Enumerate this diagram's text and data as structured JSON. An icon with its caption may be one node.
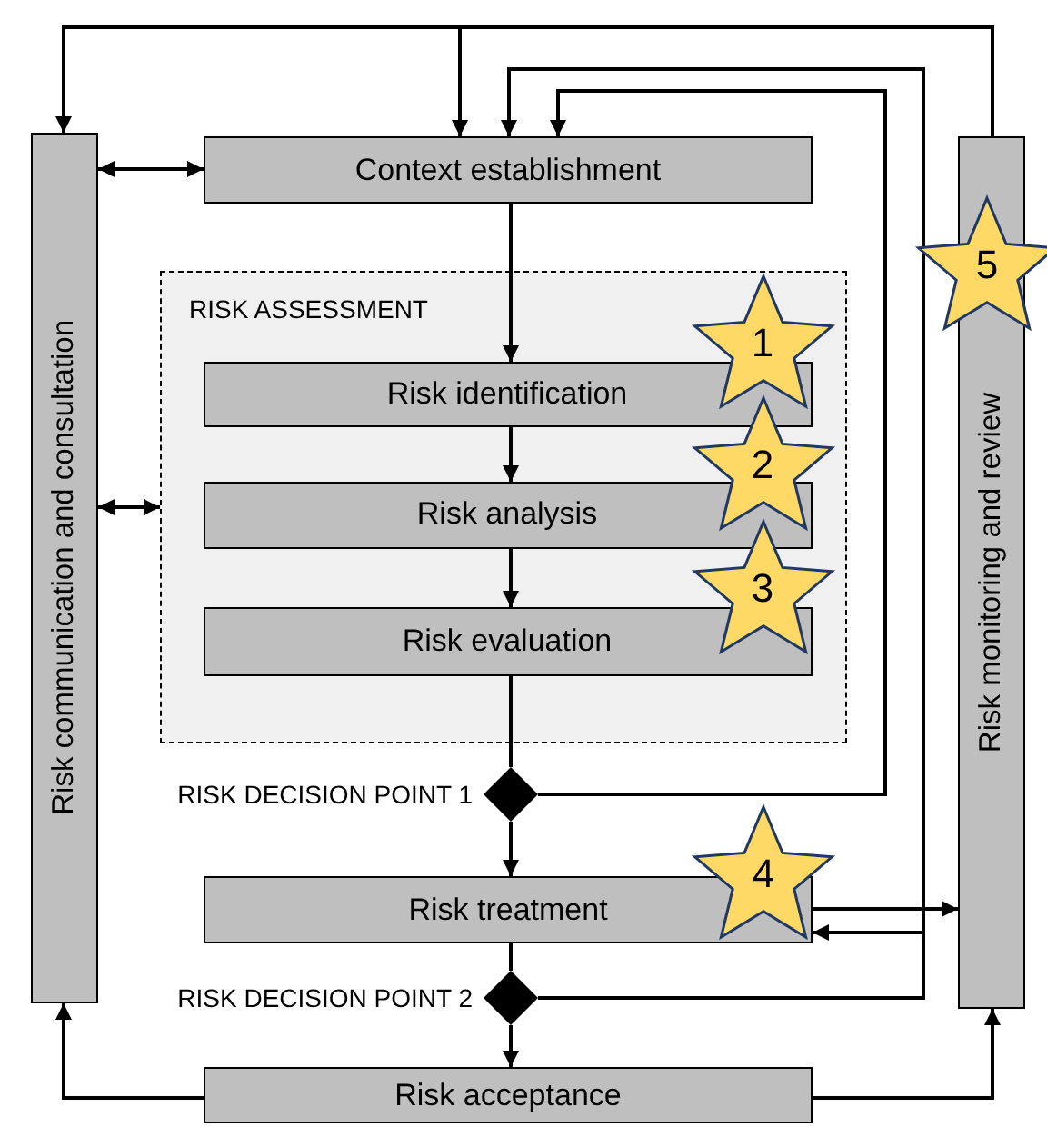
{
  "diagram": {
    "nodes": [
      {
        "text": [
          "Risk communication and consultation"
        ]
      },
      {
        "text": [
          "Context establishment"
        ]
      },
      {
        "text": [
          "RISK ASSESSMENT"
        ]
      },
      {
        "text": [
          "Risk identification"
        ],
        "in": 2
      },
      {
        "text": [
          "Risk analysis"
        ],
        "in": 2
      },
      {
        "text": [
          "Risk evaluation"
        ],
        "in": 2
      },
      {
        "text": [],
        "shape": "diamond",
        "beside": [
          "RISK DECISION POINT 1"
        ]
      },
      {
        "text": [
          "Risk treatment"
        ]
      },
      {
        "text": [],
        "shape": "diamond",
        "beside": [
          "RISK DECISION POINT 2"
        ]
      },
      {
        "text": [
          "Risk acceptance"
        ]
      },
      {
        "text": [
          "Risk monitoring and review"
        ]
      },
      {
        "text": [
          "1"
        ],
        "in": 2
      },
      {
        "text": [
          "2"
        ],
        "in": 2
      },
      {
        "text": [
          "3"
        ],
        "in": 2
      },
      {
        "text": [
          "4"
        ]
      },
      {
        "text": [
          "5"
        ]
      }
    ],
    "edges": [
      {
        "from": 10,
        "to": 0,
        "arrow": "to"
      },
      {
        "from": 10,
        "to": 1,
        "arrow": "to"
      },
      {
        "from": 0,
        "to": 1,
        "arrow": "both"
      },
      {
        "from": 0,
        "to": 2,
        "arrow": "both"
      },
      {
        "from": 1,
        "to": 3,
        "arrow": "to"
      },
      {
        "from": 3,
        "to": 4,
        "arrow": "to"
      },
      {
        "from": 4,
        "to": 5,
        "arrow": "to"
      },
      {
        "from": 5,
        "to": 6,
        "arrow": "none"
      },
      {
        "from": 6,
        "to": 7,
        "arrow": "to"
      },
      {
        "from": 6,
        "to": 1,
        "arrow": "to"
      },
      {
        "from": 7,
        "to": 8,
        "arrow": "none"
      },
      {
        "from": 8,
        "to": 9,
        "arrow": "to"
      },
      {
        "from": 8,
        "to": 1,
        "arrow": "to"
      },
      {
        "from": 8,
        "to": 7,
        "arrow": "to"
      },
      {
        "from": 7,
        "to": 10,
        "arrow": "to"
      },
      {
        "from": 9,
        "to": 0,
        "arrow": "to"
      },
      {
        "from": 9,
        "to": 10,
        "arrow": "to"
      }
    ]
  }
}
